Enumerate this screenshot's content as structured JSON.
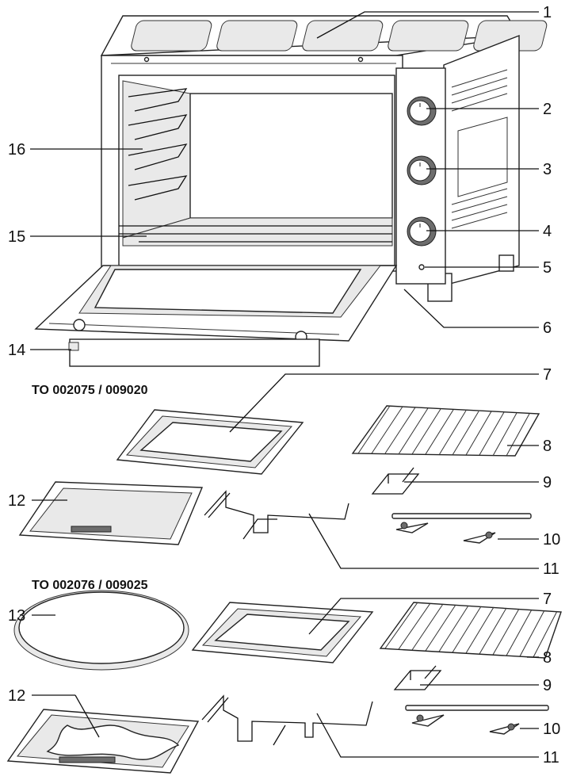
{
  "labels": {
    "model_a": "TO 002075 / 009020",
    "model_b": "TO 002076 / 009025"
  },
  "callouts_oven": [
    "1",
    "2",
    "3",
    "4",
    "5",
    "6",
    "14",
    "15",
    "16"
  ],
  "callouts_a": [
    "7",
    "8",
    "9",
    "10",
    "11",
    "12"
  ],
  "callouts_b": [
    "7",
    "8",
    "9",
    "10",
    "11",
    "12",
    "13"
  ]
}
